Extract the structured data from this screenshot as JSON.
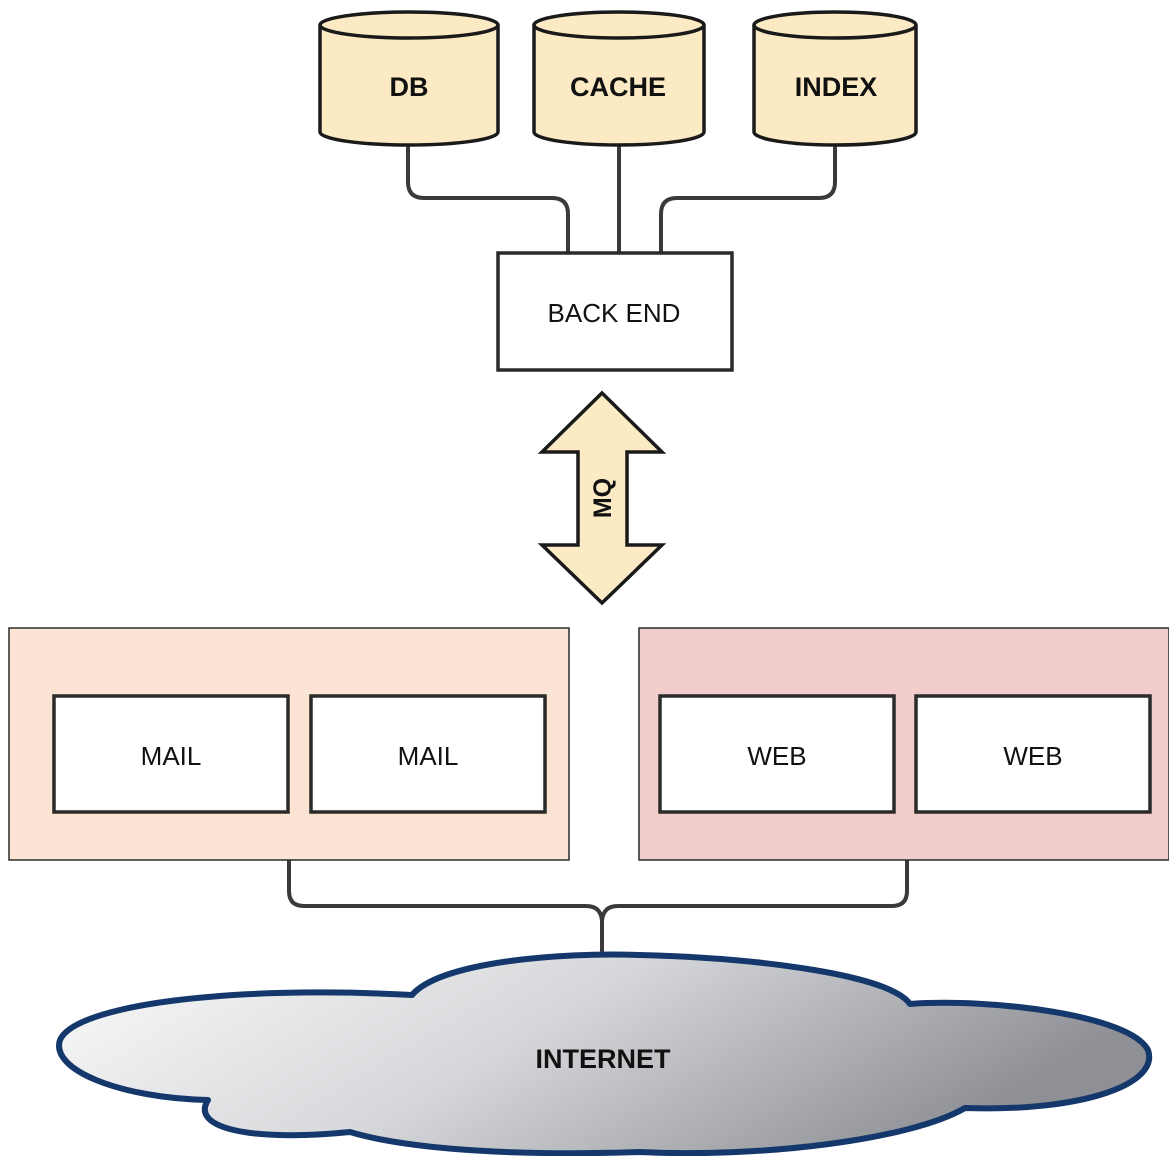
{
  "datastores": [
    {
      "label": "DB"
    },
    {
      "label": "CACHE"
    },
    {
      "label": "INDEX"
    }
  ],
  "backend": {
    "label": "BACK END"
  },
  "queue": {
    "label": "MQ"
  },
  "mail_group": {
    "servers": [
      {
        "label": "MAIL"
      },
      {
        "label": "MAIL"
      }
    ]
  },
  "web_group": {
    "servers": [
      {
        "label": "WEB"
      },
      {
        "label": "WEB"
      }
    ]
  },
  "internet": {
    "label": "INTERNET"
  },
  "colors": {
    "datastore_fill": "#fbeac4",
    "arrow_fill": "#fbeac4",
    "mail_group_fill": "#fbe4d4",
    "web_group_fill": "#f3cccc",
    "cloud_outline": "#14386b",
    "line": "#3a3a3a"
  }
}
